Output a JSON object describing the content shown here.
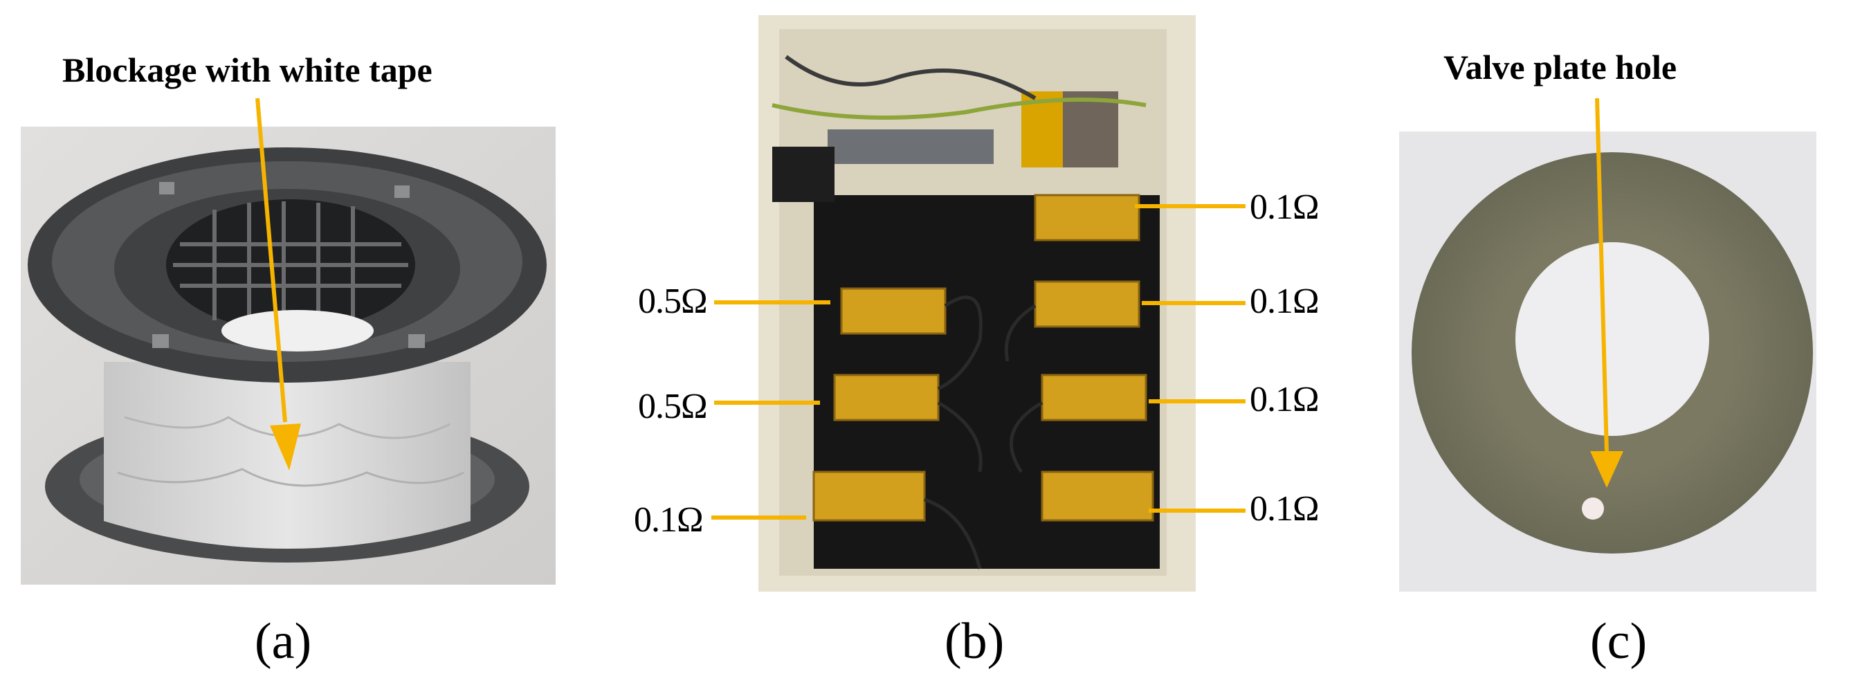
{
  "figure": {
    "panel_a": {
      "title": "Blockage with white tape",
      "caption": "(a)"
    },
    "panel_b": {
      "caption": "(b)",
      "resistor_labels": {
        "left": [
          "0.5Ω",
          "0.5Ω",
          "0.1Ω"
        ],
        "right": [
          "0.1Ω",
          "0.1Ω",
          "0.1Ω",
          "0.1Ω"
        ]
      }
    },
    "panel_c": {
      "title": "Valve plate hole",
      "caption": "(c)"
    },
    "colors": {
      "arrow": "#f6b400",
      "background": "#ffffff",
      "text": "#000000"
    }
  }
}
